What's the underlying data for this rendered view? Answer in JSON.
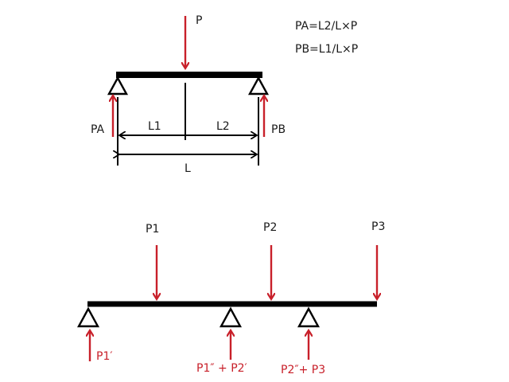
{
  "colors": {
    "beam": "#000000",
    "load_arrow": "#c8202a",
    "text": "#1a1a1a",
    "reaction_text": "#c8202a"
  },
  "top_diagram": {
    "load_label": "P",
    "formula_pa": "PA=L2/L×P",
    "formula_pb": "PB=L1/L×P",
    "reaction_left": "PA",
    "reaction_right": "PB",
    "dim_left": "L1",
    "dim_right": "L2",
    "dim_total": "L"
  },
  "bottom_diagram": {
    "load_labels": [
      "P1",
      "P2",
      "P3"
    ],
    "reaction_labels": [
      "P1′",
      "P1″ + P2′",
      "P2″+ P3"
    ]
  }
}
